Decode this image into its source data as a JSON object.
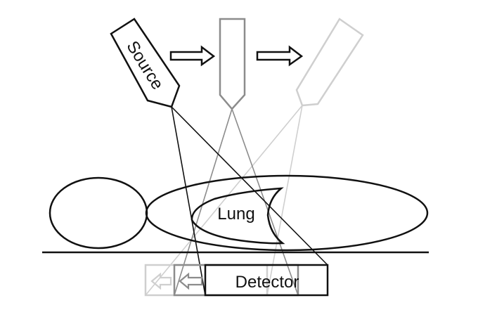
{
  "labels": {
    "source": "Source",
    "lung": "Lung",
    "detector": "Detector"
  },
  "colors": {
    "dark": "#111111",
    "mid": "#8c8c8c",
    "light": "#cfcfcf"
  },
  "icons": [
    "arrow-right-icon",
    "arrow-left-icon"
  ]
}
